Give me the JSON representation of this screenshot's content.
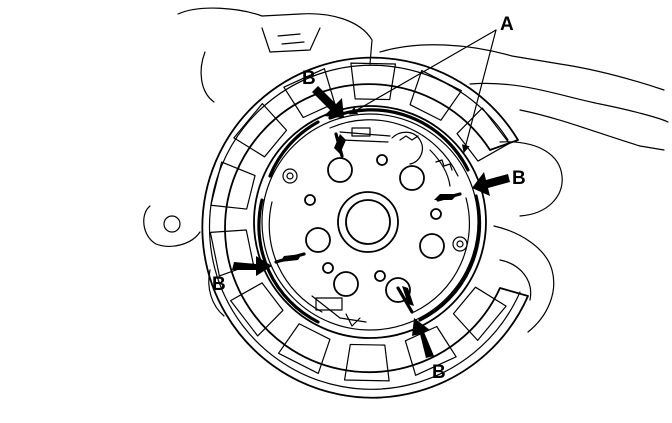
{
  "labels": {
    "a": "A",
    "b1": "B",
    "b2": "B",
    "b3": "B",
    "b4": "B"
  }
}
